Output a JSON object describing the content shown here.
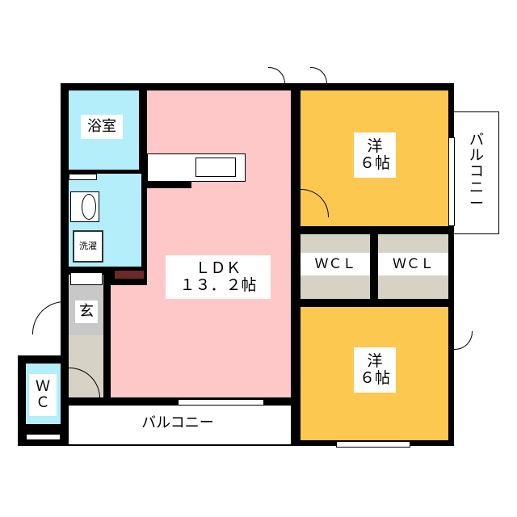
{
  "rooms": {
    "bath": {
      "label": "浴室",
      "color": "#b3eefa"
    },
    "washroom": {
      "label": "洗濯",
      "color": "#b3eefa"
    },
    "ldk": {
      "label": "ＬＤＫ\n１３．２帖",
      "color": "#ffc8c8"
    },
    "entrance": {
      "label": "玄",
      "color": "#c8c8c8"
    },
    "wc": {
      "label": "Ｗ\nＣ",
      "color": "#b3eefa"
    },
    "western_upper": {
      "label": "洋\n６帖",
      "color": "#fcc850"
    },
    "western_lower": {
      "label": "洋\n６帖",
      "color": "#fcc850"
    },
    "wcl_left": {
      "label": "ＷＣＬ",
      "color": "#d6d3c6"
    },
    "wcl_right": {
      "label": "ＷＣＬ",
      "color": "#d6d3c6"
    },
    "balcony_bottom": {
      "label": "バルコニー"
    },
    "balcony_right": {
      "label": "バ\nル\nコ\nニ\nー"
    }
  }
}
